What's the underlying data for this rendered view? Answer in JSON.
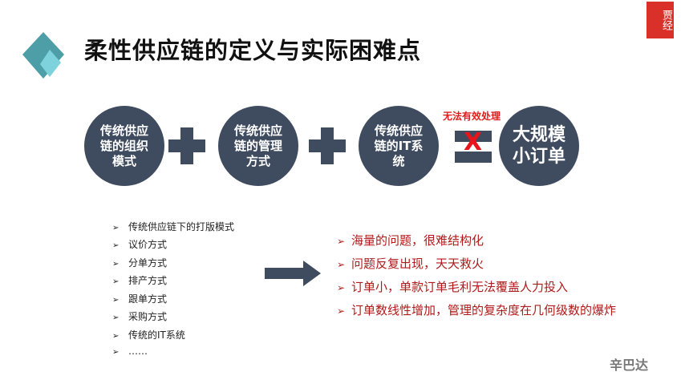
{
  "title": "柔性供应链的定义与实际困难点",
  "seal_text": "贾经",
  "circles": [
    "传统供应链的组织模式",
    "传统供应链的管理方式",
    "传统供应链的IT系统",
    "大规模小订单"
  ],
  "circle_lines": [
    [
      "传统供应",
      "链的组织",
      "模式"
    ],
    [
      "传统供应",
      "链的管理",
      "方式"
    ],
    [
      "传统供应",
      "链的IT系",
      "统"
    ],
    [
      "大规模",
      "小订单"
    ]
  ],
  "not_equal_label": "无法有效处理",
  "not_equal_mark": "X",
  "bullet_marker": "➢",
  "left_items": [
    "传统供应链下的打版模式",
    "议价方式",
    "分单方式",
    "排产方式",
    "跟单方式",
    "采购方式",
    "传统的IT系统",
    "……"
  ],
  "right_items": [
    "海量的问题，很难结构化",
    "问题反复出现，天天救火",
    "订单小，单款订单毛利无法覆盖人力投入",
    "订单数线性增加，管理的复杂度在几何级数的爆炸"
  ],
  "footer_logo": "辛巴达",
  "colors": {
    "circle": "#3f4b5e",
    "accent_red": "#e31b1b",
    "text_red": "#b01a1a",
    "logo_teal": "#4da3ad"
  }
}
